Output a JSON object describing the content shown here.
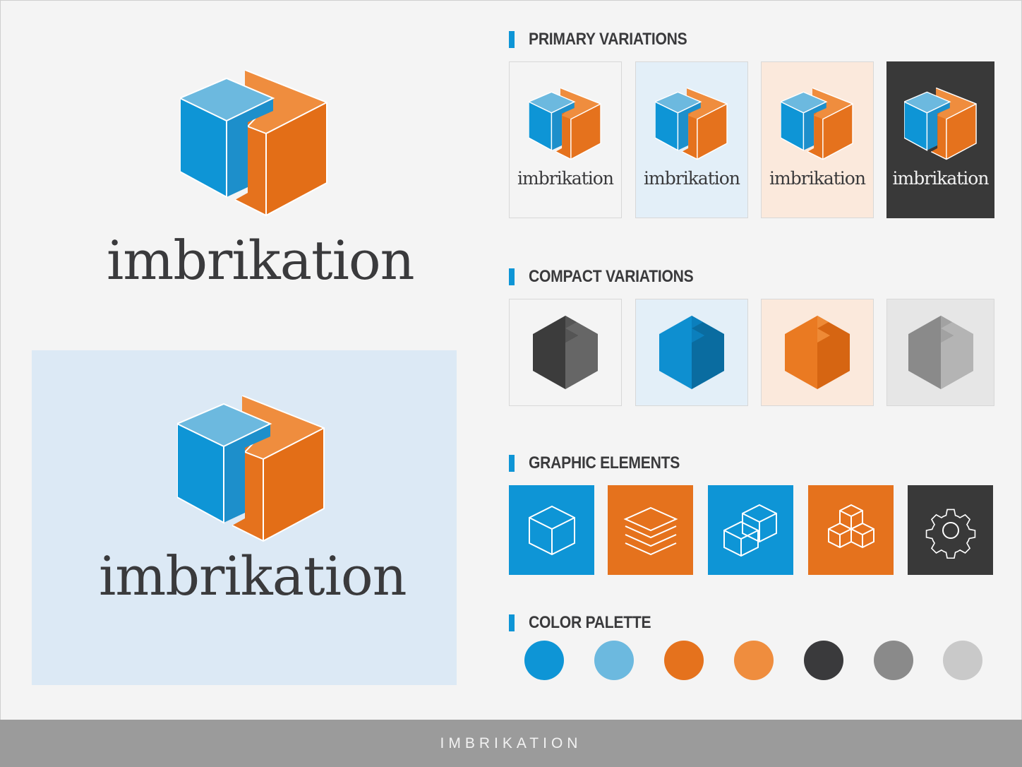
{
  "brand": {
    "name": "imbrikation",
    "footer_title": "IMBRIKATION"
  },
  "colors": {
    "blue": "#0e95d6",
    "blue_light": "#6cb9df",
    "orange": "#e5721d",
    "orange_light": "#ef8d3e",
    "charcoal": "#3a3a3c",
    "gray": "#8a8a8a",
    "gray_light": "#c9c9c9",
    "accent_bar": "#0e95d6"
  },
  "sections": {
    "primary": "PRIMARY VARIATIONS",
    "compact": "COMPACT VARIATIONS",
    "graphic": "GRAPHIC ELEMENTS",
    "palette": "COLOR PALETTE"
  },
  "primary_variations": [
    {
      "label": "imbrikation",
      "background": "#f4f4f4",
      "text_color": "#3a3a3c"
    },
    {
      "label": "imbrikation",
      "background": "#e3eff8",
      "text_color": "#3a3a3c"
    },
    {
      "label": "imbrikation",
      "background": "#fbe9dc",
      "text_color": "#3a3a3c"
    },
    {
      "label": "imbrikation",
      "background": "#393939",
      "text_color": "#f2f2f2"
    }
  ],
  "compact_variations": [
    {
      "name": "dark",
      "background": "#f4f4f4",
      "face_left": "#3c3c3c",
      "face_right": "#5c5c5c",
      "face_top": "#6a6a6a"
    },
    {
      "name": "blue",
      "background": "#e3eff8",
      "face_left": "#0e8fd0",
      "face_right": "#0a6ca0",
      "face_top": "#0b7fbd"
    },
    {
      "name": "orange",
      "background": "#fbe9dc",
      "face_left": "#ea7a22",
      "face_right": "#d66512",
      "face_top": "#ee8a36"
    },
    {
      "name": "gray",
      "background": "#e6e6e6",
      "face_left": "#8a8a8a",
      "face_right": "#b4b4b4",
      "face_top": "#a2a2a2"
    }
  ],
  "graphic_elements": [
    {
      "icon": "cube-icon",
      "background": "#0e95d6"
    },
    {
      "icon": "layers-icon",
      "background": "#e5721d"
    },
    {
      "icon": "stacked-cubes-icon",
      "background": "#0e95d6"
    },
    {
      "icon": "cube-pyramid-icon",
      "background": "#e5721d"
    },
    {
      "icon": "gear-icon",
      "background": "#393939"
    }
  ],
  "palette": [
    "#0e95d6",
    "#6cb9df",
    "#e5721d",
    "#ef8d3e",
    "#3a3a3c",
    "#8a8a8a",
    "#c9c9c9"
  ]
}
